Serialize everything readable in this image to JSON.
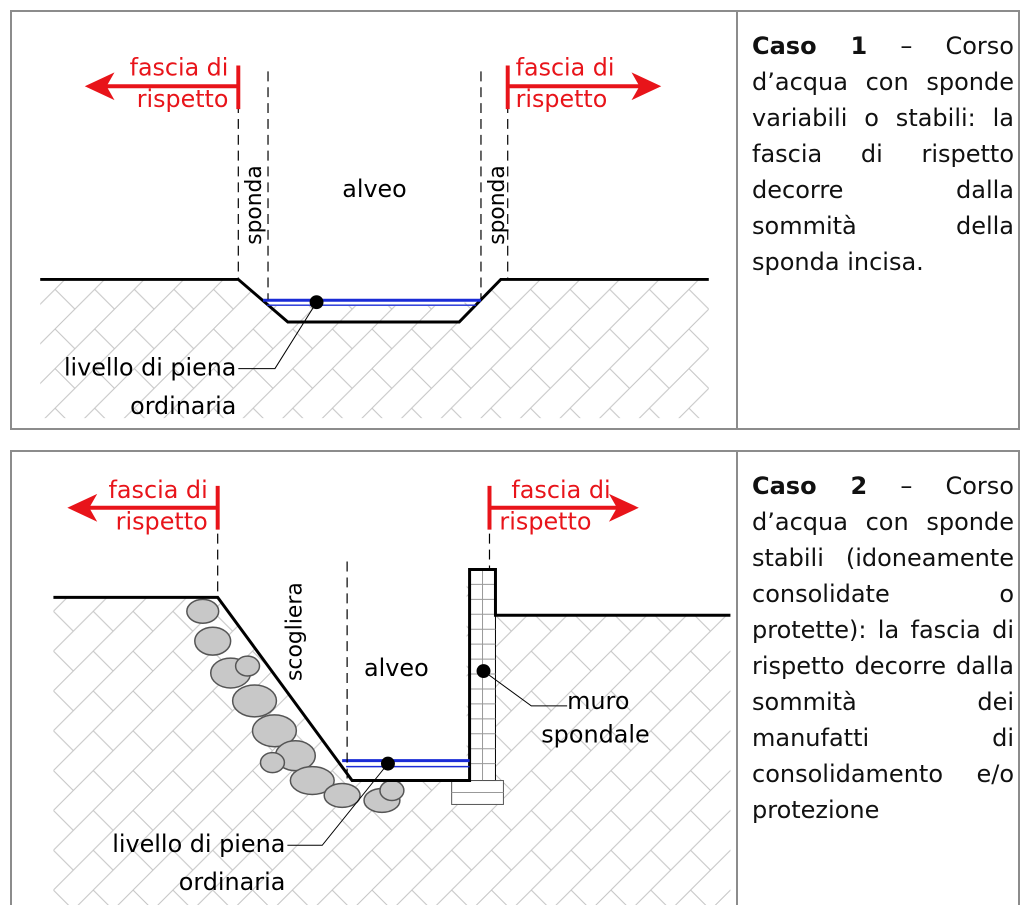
{
  "case1": {
    "label_left": [
      "fascia di",
      "rispetto"
    ],
    "label_right": [
      "fascia di",
      "rispetto"
    ],
    "bank_left": "sponda",
    "bank_right": "sponda",
    "channel": "alveo",
    "flood_level": [
      "livello di piena",
      "ordinaria"
    ],
    "case_title": "Caso 1",
    "case_text": " – Corso d’acqua con sponde variabili o stabili: la fascia di rispetto decorre dalla sommità della sponda incisa."
  },
  "case2": {
    "label_left": [
      "fascia di",
      "rispetto"
    ],
    "label_right": [
      "fascia di",
      "rispetto"
    ],
    "riprap": "scogliera",
    "channel": "alveo",
    "wall": [
      "muro",
      "spondale"
    ],
    "flood_level": [
      "livello di piena",
      "ordinaria"
    ],
    "case_title": "Caso 2",
    "case_text": " – Corso d’acqua con sponde stabili (idoneamente consolidate o protette): la fascia di rispetto decorre dalla sommità dei manufatti di consolidamento e/o protezione"
  },
  "colors": {
    "accent_red": "#e8141a",
    "water_blue": "#1a2bd6",
    "hatch_grey": "#bdbdbd",
    "rock_grey": "#c8c8c8"
  }
}
